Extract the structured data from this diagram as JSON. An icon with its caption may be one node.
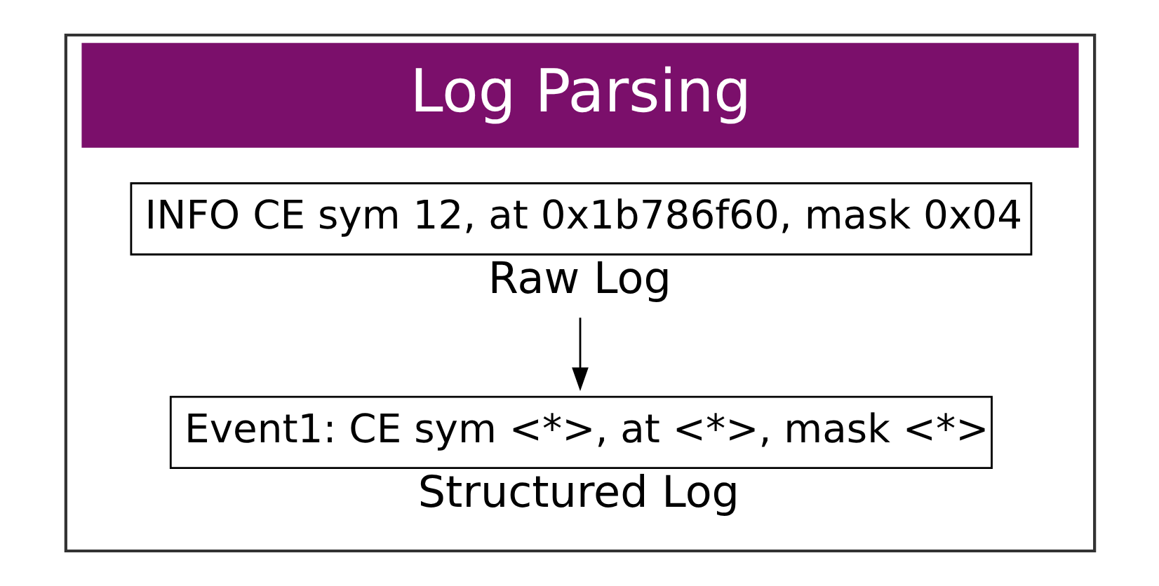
{
  "diagram": {
    "nodes": [
      {
        "text": [
          "Log Parsing"
        ]
      },
      {
        "text": [
          "INFO CE sym 12, at 0x1b786f60, mask 0x04"
        ],
        "in": 0,
        "beside": [
          "Raw Log"
        ]
      },
      {
        "text": [
          "Event1: CE sym <*>, at <*>, mask <*>"
        ],
        "in": 0,
        "beside": [
          "Structured Log"
        ]
      }
    ],
    "edges": [
      {
        "from": 1,
        "to": 2,
        "arrow": "to"
      }
    ]
  }
}
